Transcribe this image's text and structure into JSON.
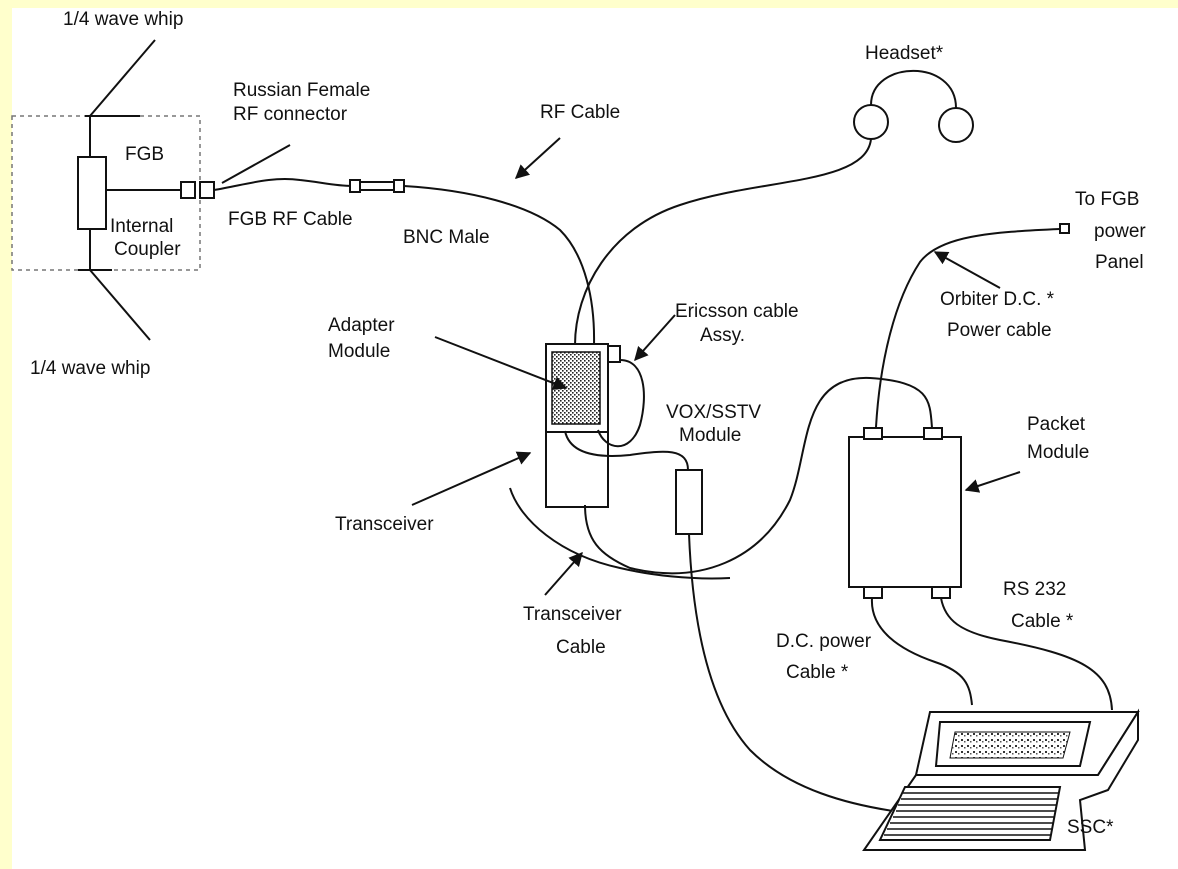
{
  "diagram": {
    "labels": {
      "whip_top": "1/4 wave whip",
      "whip_bottom": "1/4 wave whip",
      "fgb": "FGB",
      "internal_coupler_1": "Internal",
      "internal_coupler_2": "Coupler",
      "russian_1": "Russian Female",
      "russian_2": "RF connector",
      "fgb_rf_cable": "FGB RF Cable",
      "bnc_male": "BNC Male",
      "rf_cable": "RF Cable",
      "headset": "Headset*",
      "to_fgb_1": "To FGB",
      "to_fgb_2": "power",
      "to_fgb_3": "Panel",
      "orbiter_1": "Orbiter D.C. *",
      "orbiter_2": "Power cable",
      "adapter_1": "Adapter",
      "adapter_2": "Module",
      "ericsson_1": "Ericsson cable",
      "ericsson_2": "Assy.",
      "vox_1": "VOX/SSTV",
      "vox_2": "Module",
      "packet_1": "Packet",
      "packet_2": "Module",
      "transceiver": "Transceiver",
      "transceiver_cable_1": "Transceiver",
      "transceiver_cable_2": "Cable",
      "rs232_1": "RS 232",
      "rs232_2": "Cable *",
      "dc_power_1": "D.C. power",
      "dc_power_2": "Cable *",
      "ssc": "SSC*"
    }
  }
}
